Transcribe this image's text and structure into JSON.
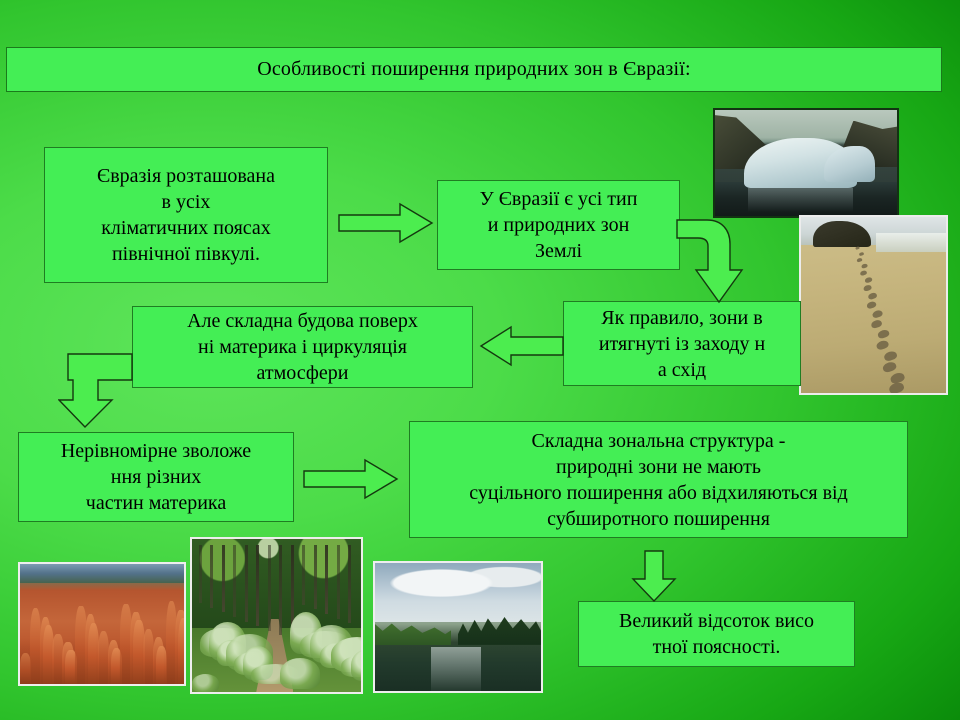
{
  "slide": {
    "title": "Особливості поширення природних зон в Євразії:",
    "background_color": "#2fc52d",
    "box_fill_color": "#44ee55",
    "box_border_color": "#1f7d22",
    "arrow_fill_color": "#4ced4f",
    "arrow_border_color": "#14390f",
    "text_color": "#000000"
  },
  "boxes": {
    "box1": "Євразія розташована\nв усіх\nкліматичних поясах\nпівнічної півкулі.",
    "box2": "У Євразії є усі тип\nи природних зон\nЗемлі",
    "box3": "Як правило, зони в\nитягнуті із заходу  н\nа схід",
    "box4": "Але складна будова поверх\nні материка і циркуляція\nатмосфери",
    "box5": "Нерівномірне зволоже\nння різних\nчастин материка",
    "box6": "Складна зональна структура -\nприродні зони не мають\nсуцільного поширення або відхиляються від\nсубширотного поширення",
    "box7": "Великий відсоток висо\nтної поясності."
  },
  "arrows": [
    {
      "name": "arrow-box1-to-box2",
      "direction": "right"
    },
    {
      "name": "arrow-box2-to-box3",
      "direction": "elbow-right-down"
    },
    {
      "name": "arrow-box3-to-box4",
      "direction": "left"
    },
    {
      "name": "arrow-box4-to-box5",
      "direction": "elbow-left-down"
    },
    {
      "name": "arrow-box5-to-box6",
      "direction": "right"
    },
    {
      "name": "arrow-box6-to-box7",
      "direction": "down"
    }
  ],
  "photos": [
    {
      "name": "photo-iceberg",
      "subject": "iceberg in dark water with mountains"
    },
    {
      "name": "photo-sand",
      "subject": "footprints on a sandy beach"
    },
    {
      "name": "photo-canyon",
      "subject": "red rock canyon hoodoos"
    },
    {
      "name": "photo-forest",
      "subject": "path through a green forest"
    },
    {
      "name": "photo-river",
      "subject": "river with forested banks and clouds"
    }
  ]
}
